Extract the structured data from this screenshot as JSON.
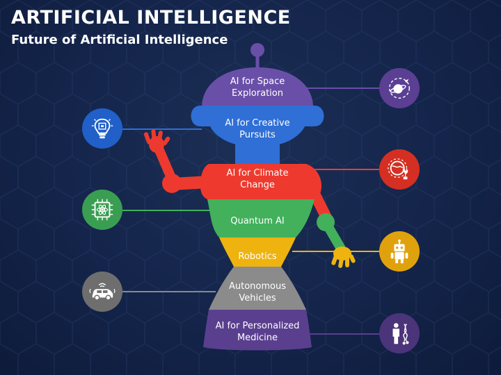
{
  "header": {
    "title": "ARTIFICIAL INTELLIGENCE",
    "subtitle": "Future of Artificial Intelligence"
  },
  "segments": [
    {
      "label": "AI for Space\nExploration",
      "color": "#6a4fa8",
      "icon": "planet-rocket-icon",
      "side": "right"
    },
    {
      "label": "AI for Creative\nPursuits",
      "color": "#2f6fd6",
      "icon": "lightbulb-chip-icon",
      "side": "left"
    },
    {
      "label": "AI for Climate\nChange",
      "color": "#ee3a2e",
      "icon": "globe-plant-icon",
      "side": "right"
    },
    {
      "label": "Quantum AI",
      "color": "#43b05c",
      "icon": "atom-chip-icon",
      "side": "left"
    },
    {
      "label": "Robotics",
      "color": "#efb30f",
      "icon": "robot-icon",
      "side": "right"
    },
    {
      "label": "Autonomous\nVehicles",
      "color": "#8b8b8b",
      "icon": "autonomous-car-icon",
      "side": "left"
    },
    {
      "label": "AI for Personalized\nMedicine",
      "color": "#5a3f8f",
      "icon": "person-dna-icon",
      "side": "right"
    }
  ],
  "icon_colors": {
    "space": "#5b3f93",
    "creative": "#2060c8",
    "climate": "#d42f22",
    "quantum": "#3a9e52",
    "robotics": "#e0a20c",
    "vehicles": "#6e6e6e",
    "medicine": "#4b347a"
  }
}
